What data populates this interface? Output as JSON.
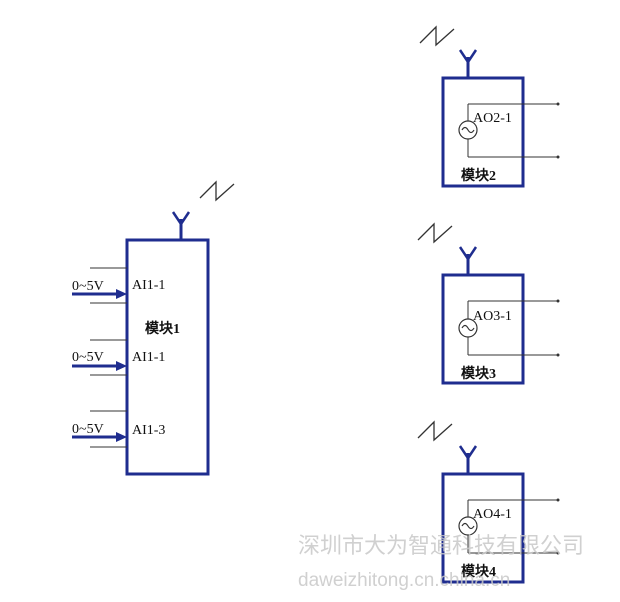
{
  "colors": {
    "module_border": "#1f2d8f",
    "wire": "#333333",
    "arrow": "#1f2d8f",
    "text": "#111111",
    "watermark": "#c8c8c8"
  },
  "module1": {
    "title": "模块1",
    "inputs": [
      {
        "range": "0~5V",
        "channel": "AI1-1"
      },
      {
        "range": "0~5V",
        "channel": "AI1-1"
      },
      {
        "range": "0~5V",
        "channel": "AI1-3"
      }
    ]
  },
  "output_modules": [
    {
      "title": "模块2",
      "channel": "AO2-1"
    },
    {
      "title": "模块3",
      "channel": "AO3-1"
    },
    {
      "title": "模块4",
      "channel": "AO4-1"
    }
  ],
  "watermark": {
    "company": "深圳市大为智通科技有限公司",
    "domain": "daweizhitong.cn.china.cn"
  }
}
